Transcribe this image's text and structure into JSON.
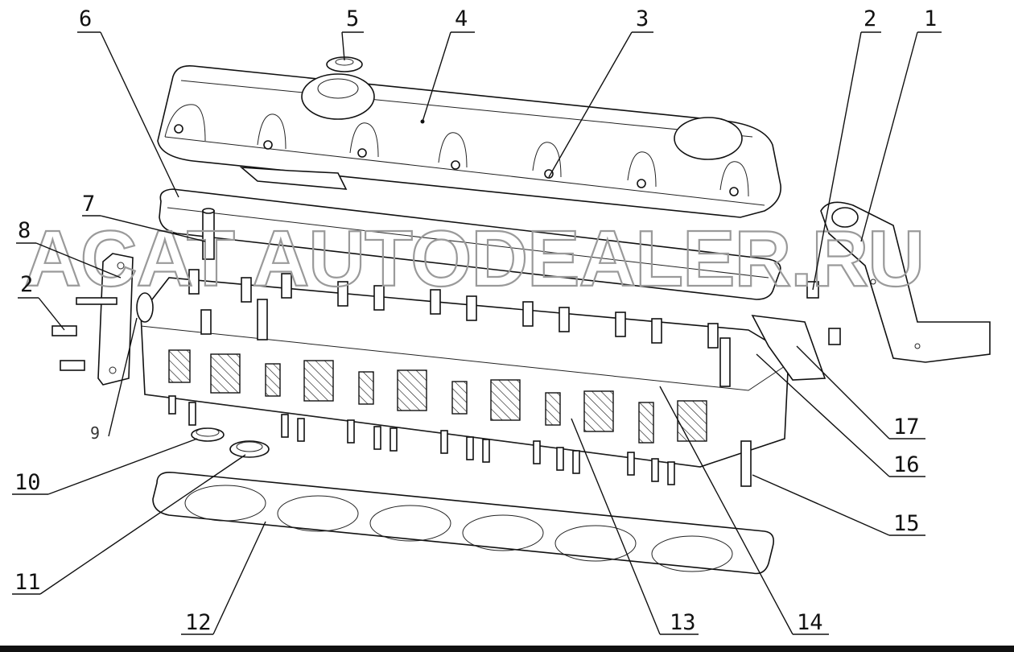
{
  "watermark": "ACAT AUTODEALER.RU",
  "callouts": [
    {
      "id": "1",
      "text": "1"
    },
    {
      "id": "2a",
      "text": "2"
    },
    {
      "id": "2b",
      "text": "2"
    },
    {
      "id": "3",
      "text": "3"
    },
    {
      "id": "4",
      "text": "4"
    },
    {
      "id": "5",
      "text": "5"
    },
    {
      "id": "6",
      "text": "6"
    },
    {
      "id": "7",
      "text": "7"
    },
    {
      "id": "8",
      "text": "8"
    },
    {
      "id": "9",
      "text": "9"
    },
    {
      "id": "10",
      "text": "10"
    },
    {
      "id": "11",
      "text": "11"
    },
    {
      "id": "12",
      "text": "12"
    },
    {
      "id": "13",
      "text": "13"
    },
    {
      "id": "14",
      "text": "14"
    },
    {
      "id": "15",
      "text": "15"
    },
    {
      "id": "16",
      "text": "16"
    },
    {
      "id": "17",
      "text": "17"
    }
  ]
}
